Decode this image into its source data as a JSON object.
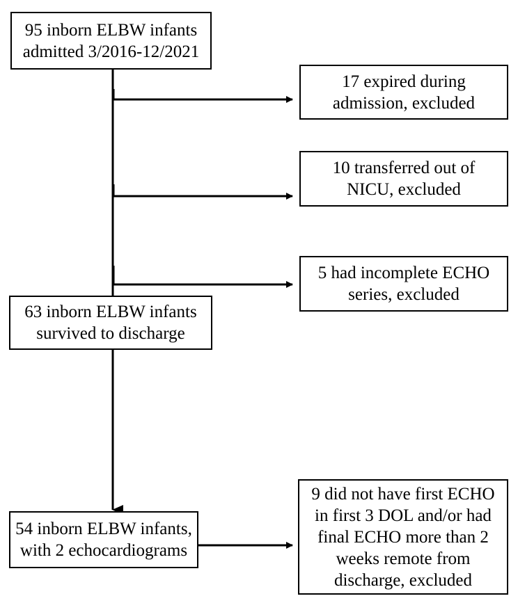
{
  "flowchart": {
    "start": {
      "lines": [
        "95 inborn ELBW infants",
        "admitted 3/2016-12/2021"
      ]
    },
    "exclusions": [
      {
        "lines": [
          "17 expired during",
          "admission, excluded"
        ]
      },
      {
        "lines": [
          "10 transferred out of",
          "NICU, excluded"
        ]
      },
      {
        "lines": [
          "5 had incomplete ECHO",
          "series, excluded"
        ]
      }
    ],
    "survived": {
      "lines": [
        "63 inborn ELBW infants",
        "survived to discharge"
      ]
    },
    "final": {
      "lines": [
        "54 inborn ELBW infants,",
        "with 2 echocardiograms"
      ]
    },
    "final_exclusion": {
      "lines": [
        "9 did not have first ECHO",
        "in first 3 DOL and/or had",
        "final ECHO more than 2",
        "weeks remote from",
        "discharge, excluded"
      ]
    }
  }
}
